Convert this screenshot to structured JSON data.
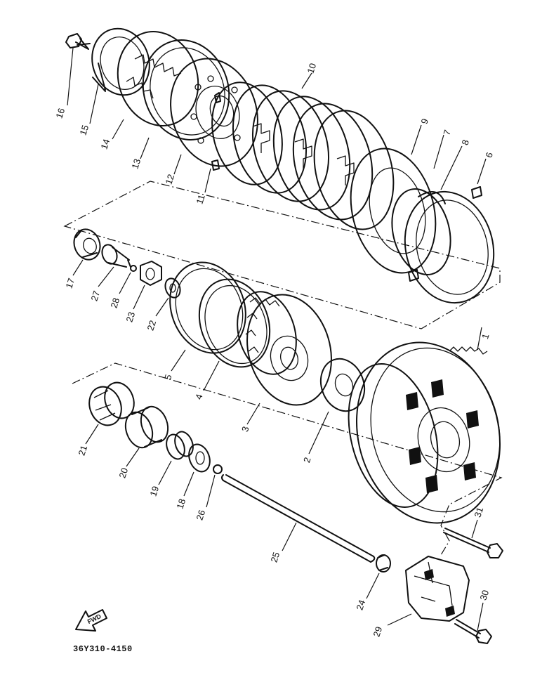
{
  "diagram": {
    "code": "36Y310-4150",
    "fwd_label": "FWD",
    "parts": {
      "p1": "1",
      "p2": "2",
      "p3": "3",
      "p4": "4",
      "p5": "5",
      "p6": "6",
      "p7": "7",
      "p8": "8",
      "p9": "9",
      "p10": "10",
      "p11": "11",
      "p12": "12",
      "p13": "13",
      "p14": "14",
      "p15": "15",
      "p16": "16",
      "p17": "17",
      "p18": "18",
      "p19": "19",
      "p20": "20",
      "p21": "21",
      "p22": "22",
      "p23": "23",
      "p24": "24",
      "p25": "25",
      "p26": "26",
      "p27": "27",
      "p28": "28",
      "p29": "29",
      "p30": "30",
      "p31": "31"
    }
  }
}
